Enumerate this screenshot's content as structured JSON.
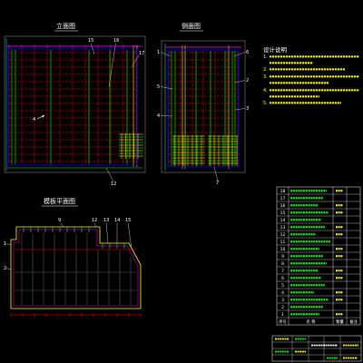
{
  "views": {
    "elevation": {
      "title": "立面图",
      "labels": [
        "15",
        "16",
        "17",
        "4",
        "12"
      ]
    },
    "side": {
      "title": "侧面图",
      "labels": [
        "1",
        "5",
        "4",
        "6",
        "2",
        "3",
        "7"
      ]
    },
    "plan": {
      "title": "模板平面图",
      "labels": [
        "9",
        "12",
        "13",
        "14",
        "15",
        "1",
        "2"
      ]
    }
  },
  "notes": {
    "heading": "设计说明",
    "items": [
      "1.",
      "2.",
      "3.",
      "4.",
      "5."
    ]
  },
  "parts_table": {
    "row_numbers": [
      "18",
      "17",
      "16",
      "15",
      "14",
      "13",
      "12",
      "11",
      "10",
      "9",
      "8",
      "7",
      "6",
      "5",
      "4",
      "3",
      "2",
      "1"
    ],
    "header": [
      "序号",
      "名 称",
      "数量",
      "备注"
    ]
  },
  "colors": {
    "background": "#000000",
    "grid_red": "#ff0000",
    "member_green": "#00ff00",
    "outline_yellow": "#ffff00",
    "marker_magenta": "#ff00ff",
    "frame_blue": "#0000ff",
    "frame_gray": "#808080",
    "dimension_cyan": "#00ffff",
    "table_line": "#d0d0d0",
    "text_white": "#ffffff"
  }
}
